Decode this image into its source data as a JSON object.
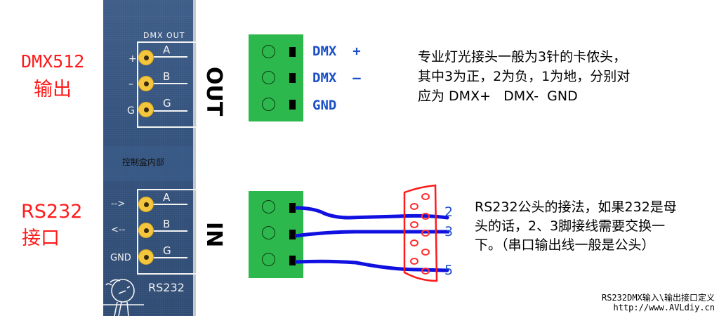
{
  "left_labels": {
    "dmx_output": {
      "line1": "DMX512",
      "line2": "输出"
    },
    "rs232_interface": {
      "line1": "RS232",
      "line2": "接口"
    }
  },
  "pcb_panel": {
    "dmx_out_title": "DMX OUT",
    "control_box_label": "控制盒内部",
    "rs232_label": "RS232",
    "out_side_marks": [
      "+",
      "–",
      "G"
    ],
    "out_pin_letters": [
      "A",
      "B",
      "G"
    ],
    "in_side_marks": [
      "-->",
      "<--",
      "GND"
    ],
    "in_pin_letters": [
      "A",
      "B",
      "G"
    ],
    "pad_color": "#f3c63d",
    "panel_color": "#33527d"
  },
  "vertical_labels": {
    "out": "OUT",
    "in": "IN"
  },
  "out_terminal": {
    "pin_labels": [
      "DMX  +",
      "DMX  –",
      "GND"
    ],
    "color": "#2db84d"
  },
  "in_terminal": {
    "color": "#2db84d"
  },
  "db9_connector": {
    "wired_pins": [
      "2",
      "3",
      "5"
    ],
    "outline_color": "#ff1a1a",
    "wire_color": "#1010e0"
  },
  "notes": {
    "dmx_note": [
      "专业灯光接头一般为3针的卡侬头，",
      "其中3为正，2为负，1为地，分别对",
      "应为 DMX+   DMX-  GND"
    ],
    "rs232_note": [
      "RS232公头的接法，如果232是母",
      "头的话，2、3脚接线需要交换一",
      "下。（串口输出线一般是公头）"
    ]
  },
  "footer": {
    "title": "RS232DMX输入\\输出接口定义",
    "url": "http://www.AVLdiy.cn"
  }
}
